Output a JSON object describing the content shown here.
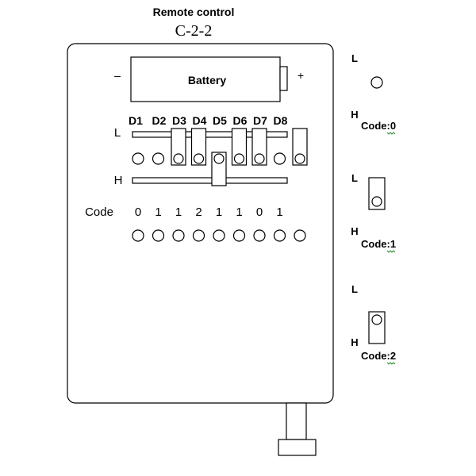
{
  "header": {
    "title": "Remote control",
    "model": "C-2-2"
  },
  "battery": {
    "label": "Battery",
    "minus": "–",
    "plus": "+"
  },
  "dip": {
    "low_label": "L",
    "high_label": "H",
    "switches": [
      "D1",
      "D2",
      "D3",
      "D4",
      "D5",
      "D6",
      "D7",
      "D8"
    ],
    "code_label": "Code",
    "code_digits": [
      "0",
      "1",
      "1",
      "2",
      "1",
      "1",
      "0",
      "1"
    ]
  },
  "legend": [
    {
      "low": "L",
      "high": "H",
      "code": "Code:0"
    },
    {
      "low": "L",
      "high": "H",
      "code": "Code:1"
    },
    {
      "low": "L",
      "high": "H",
      "code": "Code:2"
    }
  ]
}
